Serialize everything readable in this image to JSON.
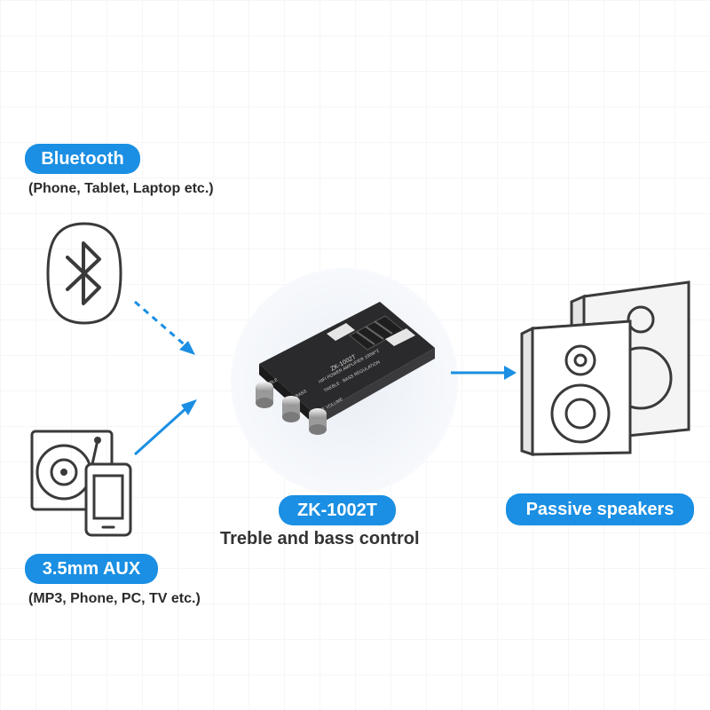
{
  "bluetooth": {
    "label": "Bluetooth",
    "sub": "(Phone, Tablet, Laptop etc.)"
  },
  "aux": {
    "label": "3.5mm AUX",
    "sub": "(MP3, Phone, PC, TV etc.)"
  },
  "board": {
    "model": "ZK-1002T",
    "caption": "Treble and bass control",
    "silk_model": "ZK-1002T",
    "silk_line1": "HIFI POWER AMPLIFIER 100W*2",
    "silk_line2": "TREBLE · BASS REGULATION",
    "knob_treble": "TREBLE",
    "knob_bass": "BASS",
    "knob_volume": "OFF  VOLUME"
  },
  "speakers": {
    "label": "Passive speakers"
  },
  "colors": {
    "accent": "#1a8fe3",
    "icon_stroke": "#3a3a3a",
    "board": "#2a2a2c"
  },
  "icons": [
    "bluetooth-icon",
    "turntable-icon",
    "phone-icon",
    "speaker-icon",
    "amplifier-board"
  ]
}
